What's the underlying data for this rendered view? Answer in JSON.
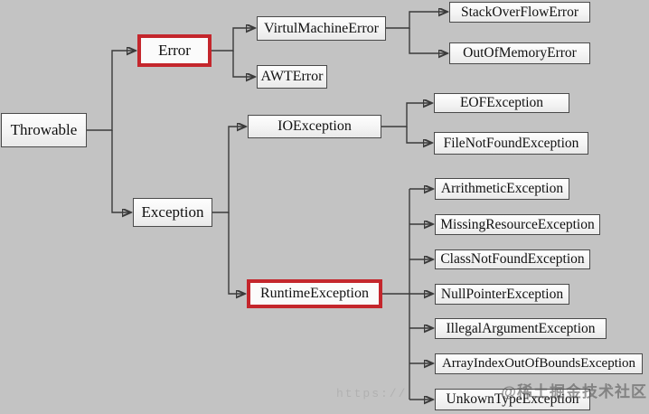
{
  "diagram": {
    "title_implicit": "Java Throwable class hierarchy",
    "type": "flowchart-tree",
    "direction": "left-to-right",
    "colors": {
      "background": "#c3c3c3",
      "box_fill": "#f7f7f7",
      "box_border": "#4a4a4a",
      "highlight_border": "#c4262c",
      "connector": "#3a3a3a"
    },
    "highlighted_nodes": [
      "Error",
      "RuntimeException"
    ],
    "hierarchy": {
      "root": "Throwable",
      "children": [
        {
          "label": "Error",
          "highlighted": true,
          "children": [
            {
              "label": "VirtulMachineError",
              "children": [
                {
                  "label": "StackOverFlowError"
                },
                {
                  "label": "OutOfMemoryError"
                }
              ]
            },
            {
              "label": "AWTError"
            }
          ]
        },
        {
          "label": "Exception",
          "children": [
            {
              "label": "IOException",
              "children": [
                {
                  "label": "EOFException"
                },
                {
                  "label": "FileNotFoundException"
                }
              ]
            },
            {
              "label": "RuntimeException",
              "highlighted": true,
              "children": [
                {
                  "label": "ArrithmeticException"
                },
                {
                  "label": "MissingResourceException"
                },
                {
                  "label": "ClassNotFoundException"
                },
                {
                  "label": "NullPointerException"
                },
                {
                  "label": "IllegalArgumentException"
                },
                {
                  "label": "ArrayIndexOutOfBoundsException"
                },
                {
                  "label": "UnkownTypeException"
                }
              ]
            }
          ]
        }
      ]
    }
  },
  "nodes": {
    "throwable": "Throwable",
    "error": "Error",
    "virtul_machine_error": "VirtulMachineError",
    "stack_overflow_error": "StackOverFlowError",
    "out_of_memory_error": "OutOfMemoryError",
    "awt_error": "AWTError",
    "io_exception": "IOException",
    "eof_exception": "EOFException",
    "file_not_found_exception": "FileNotFoundException",
    "exception": "Exception",
    "runtime_exception": "RuntimeException",
    "arrithmetic_exception": "ArrithmeticException",
    "missing_resource_exception": "MissingResourceException",
    "class_not_found_exception": "ClassNotFoundException",
    "null_pointer_exception": "NullPointerException",
    "illegal_argument_exception": "IllegalArgumentException",
    "array_index_out_of_bounds_exception": "ArrayIndexOutOfBoundsException",
    "unkown_type_exception": "UnkownTypeException"
  },
  "watermark": {
    "site_tag": "@稀土掘金技术社区",
    "url_fragment": "https://"
  }
}
